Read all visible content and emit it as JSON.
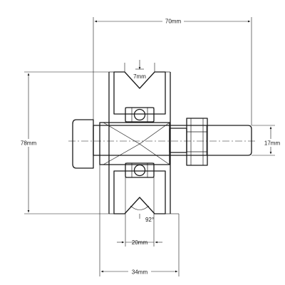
{
  "drawing": {
    "dimensions": {
      "overall_width": "70mm",
      "groove_top": "7mm",
      "overall_height": "78mm",
      "bolt_diameter": "17mm",
      "groove_angle": "92°",
      "bearing_width": "20mm",
      "wheel_width": "34mm"
    }
  }
}
